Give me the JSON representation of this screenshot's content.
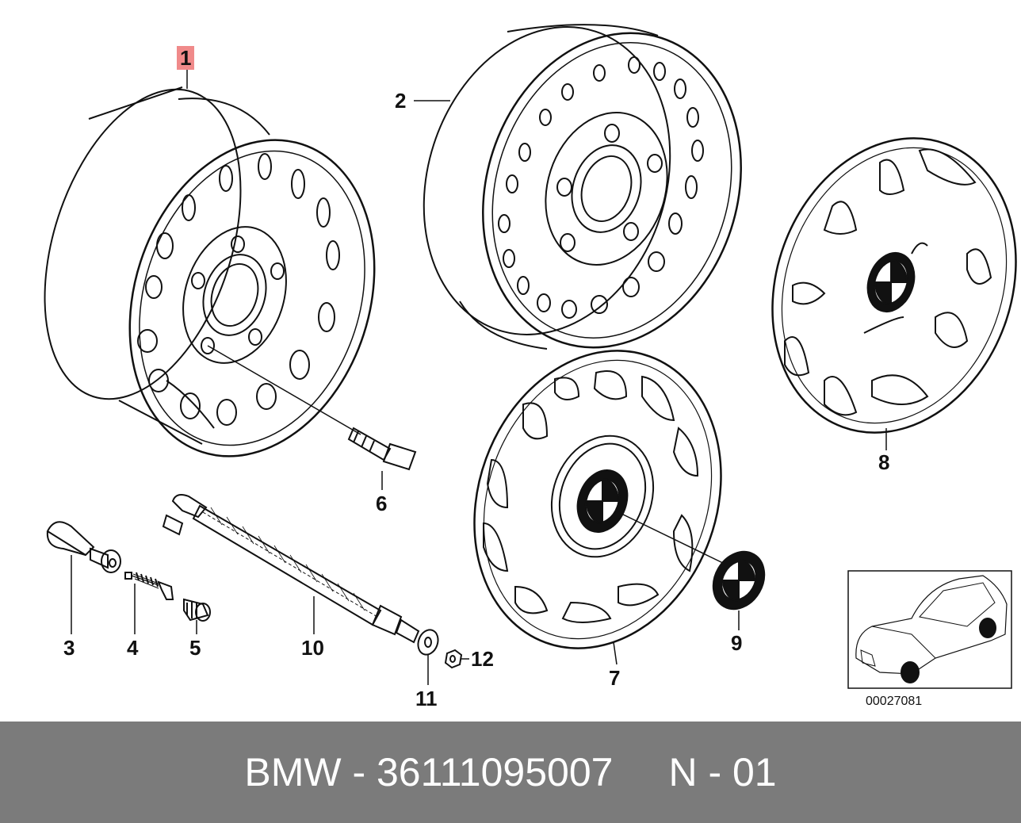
{
  "callouts": {
    "c1": "1",
    "c2": "2",
    "c3": "3",
    "c4": "4",
    "c5": "5",
    "c6": "6",
    "c7": "7",
    "c8": "8",
    "c9": "9",
    "c10": "10",
    "c11": "11",
    "c12": "12"
  },
  "highlight_color": "#f08a8a",
  "diagram_ref": "00027081",
  "footer": {
    "part_label": "BMW - 36111095007",
    "page_label": "N - 01",
    "background": "#7b7b7b"
  }
}
